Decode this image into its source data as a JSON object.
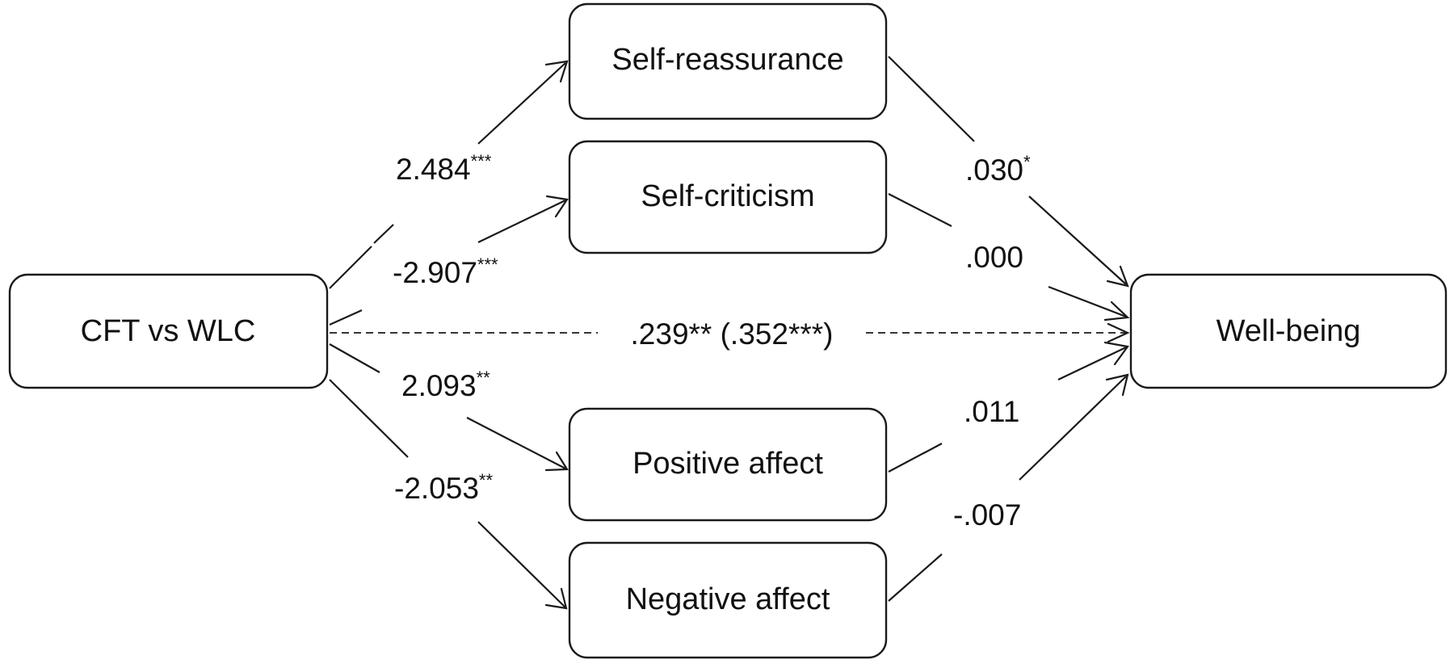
{
  "nodes": {
    "predictor": "CFT vs WLC",
    "mediator_1": "Self-reassurance",
    "mediator_2": "Self-criticism",
    "mediator_3": "Positive affect",
    "mediator_4": "Negative affect",
    "outcome": "Well-being"
  },
  "a_paths": {
    "self_reassurance": {
      "value": "2.484",
      "sig": "***"
    },
    "self_criticism": {
      "value": "-2.907",
      "sig": "***"
    },
    "positive_affect": {
      "value": "2.093",
      "sig": "**"
    },
    "negative_affect": {
      "value": "-2.053",
      "sig": "**"
    }
  },
  "b_paths": {
    "self_reassurance": {
      "value": ".030",
      "sig": "*"
    },
    "self_criticism": {
      "value": ".000",
      "sig": ""
    },
    "positive_affect": {
      "value": ".011",
      "sig": ""
    },
    "negative_affect": {
      "value": "-.007",
      "sig": ""
    }
  },
  "direct_path": {
    "label": ".239** (.352***)"
  }
}
